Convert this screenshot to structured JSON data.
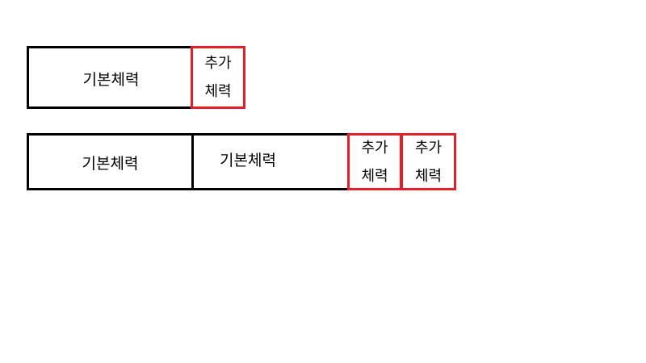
{
  "colors": {
    "base_border": "#000000",
    "extra_border": "#e0202a",
    "background": "#ffffff"
  },
  "rows": [
    {
      "segments": [
        {
          "kind": "base",
          "lines": [
            "기본체력"
          ]
        },
        {
          "kind": "extra",
          "lines": [
            "추가",
            "체력"
          ]
        }
      ]
    },
    {
      "segments": [
        {
          "kind": "base",
          "lines": [
            "기본체력"
          ]
        },
        {
          "kind": "base",
          "lines": [
            "기본체력"
          ]
        },
        {
          "kind": "extra",
          "lines": [
            "추가",
            "체력"
          ]
        },
        {
          "kind": "extra",
          "lines": [
            "추가",
            "체력"
          ]
        }
      ]
    }
  ]
}
